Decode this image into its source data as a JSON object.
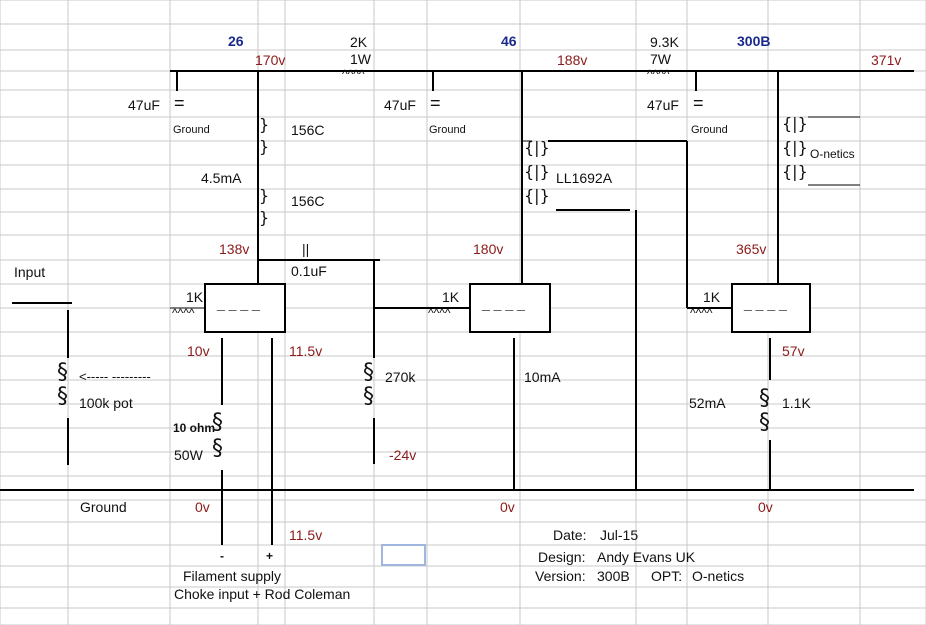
{
  "tubes": {
    "t1": "26",
    "t2": "46",
    "t3": "300B"
  },
  "resistors": {
    "r_top1_value": "2K",
    "r_top1_power": "1W",
    "r_top2_value": "9.3K",
    "r_top2_power": "7W",
    "grid_stopper": "1K",
    "cathode_r": "1.1K",
    "grid_leak": "270k",
    "pot": "100k pot",
    "fil_r_value": "10 ohm",
    "fil_r_power": "50W",
    "res_zigzag": "^^^^"
  },
  "symbols": {
    "cap_plates": "=",
    "coupling_cap": "||",
    "resistor_glyph": "§",
    "brace": "}",
    "choke_coil": "{|}",
    "triode_grid": "_ _ _ _"
  },
  "voltages": {
    "b1": "170v",
    "b2": "188v",
    "b3": "371v",
    "p1": "138v",
    "p2": "180v",
    "p3": "365v",
    "k1": "10v",
    "g1": "11.5v",
    "k3": "57v",
    "bias": "-24v",
    "gnd1": "0v",
    "gnd2": "0v",
    "gnd3": "0v",
    "fil": "11.5v"
  },
  "labels": {
    "cap": "47uF",
    "ground": "Ground",
    "choke1": "156C",
    "choke2": "156C",
    "current1": "4.5mA",
    "current2": "10mA",
    "current3": "52mA",
    "coupling": "0.1uF",
    "transformer": "LL1692A",
    "opt": "O-netics",
    "input": "Input",
    "arrow": "<-----  ---------",
    "ground_rail": "Ground",
    "fil_minus": "-",
    "fil_plus": "+",
    "fil_supply": "Filament supply",
    "choke_input": "Choke input + Rod Coleman"
  },
  "info": {
    "date_label": "Date:",
    "date_value": "Jul-15",
    "design_label": "Design:",
    "design_value": "Andy Evans UK",
    "version_label": "Version:",
    "version_value": "300B",
    "opt_label": "OPT:",
    "opt_value": "O-netics"
  },
  "colors": {
    "tube_label": "#1a2a8c",
    "voltage": "#8b1a1a",
    "grid": "#c8c8c8",
    "selection": "#9fb7dd"
  }
}
